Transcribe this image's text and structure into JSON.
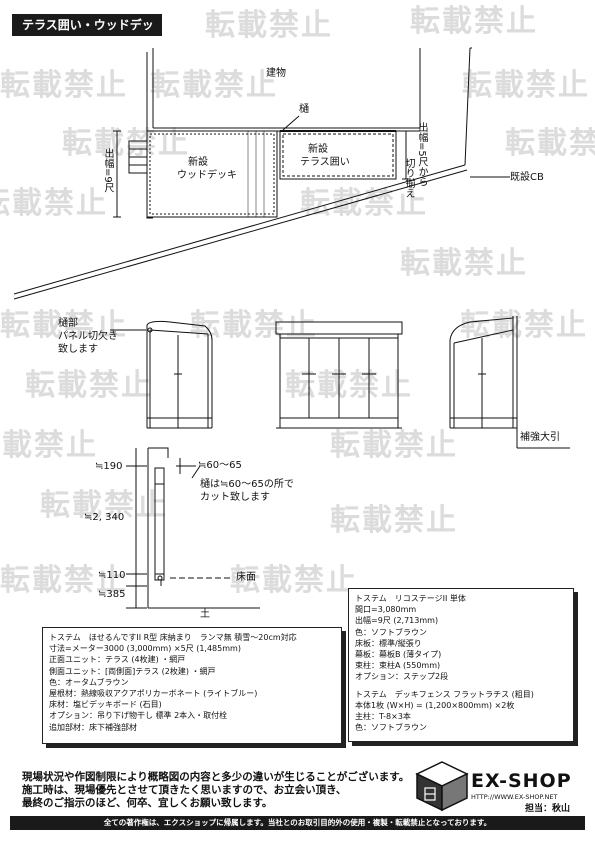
{
  "title": "テラス囲い・ウッドデッキ",
  "watermark": "転載禁止",
  "plan": {
    "building": "建物",
    "gutter": "樋",
    "new_deck_line1": "新設",
    "new_deck_line2": "ウッドデッキ",
    "new_terrace_line1": "新設",
    "new_terrace_line2": "テラス囲い",
    "depth_9": "出幅=9尺",
    "depth_5_line1": "出幅=5尺から",
    "depth_5_line2": "切り揃え",
    "existing_cb": "既設CB"
  },
  "elevation": {
    "note_line1": "樋部",
    "note_line2": "パネル切欠き",
    "note_line3": "致します",
    "reinforce": "補強大引"
  },
  "section": {
    "dim_190": "≒190",
    "dim_2340": "≒2, 340",
    "dim_110": "≒110",
    "dim_385": "≒385",
    "dim_60_65": "≒60～65",
    "note_line1": "樋は≒60～65の所で",
    "note_line2": "カット致します",
    "floor": "床面",
    "ground": "土"
  },
  "spec_left": [
    "トステム　ほせるんですII R型 床納まり　ランマ無 積雪～20cm対応",
    "寸法=メーター3000 (3,000mm) ×5尺 (1,485mm)",
    "正面ユニット：テラス (4枚建) ・網戸",
    "側面ユニット：[両側面]テラス (2枚建) ・網戸",
    "色：オータムブラウン",
    "屋根材：熱線吸収アクアポリカーボネート (ライトブルー)",
    "床材：塩ビデッキボード (石目)",
    "オプション：吊り下げ物干し 標準 2本入・取付栓",
    "追加部材：床下補強部材"
  ],
  "spec_right": [
    "トステム　リコステージII 単体",
    "間口=3,080mm",
    "出幅=9尺 (2,713mm)",
    "色：ソフトブラウン",
    "床板：標準/縦張り",
    "幕板：幕板B (薄タイプ)",
    "束柱：束柱A (550mm)",
    "オプション：ステップ2段",
    "",
    "トステム　デッキフェンス フラットラチス (粗目)",
    "本体1枚 (W×H) = (1,200×800mm) ×2枚",
    "主柱：T-8×3本",
    "色：ソフトブラウン"
  ],
  "notice": [
    "現場状況や作図制限により概略図の内容と多少の違いが生じることがございます。",
    "施工時は、現場優先とさせて頂きたく思いますので、お立会い頂き、",
    "最終のご指示のほど、何卒、宜しくお願い致します。"
  ],
  "logo": {
    "name": "EX-SHOP",
    "url": "HTTP://WWW.EX-SHOP.NET",
    "staff": "担当：秋山"
  },
  "footer": "全ての著作権は、エクスショップに帰属します。当社とのお取引目的外の使用・複製・転載禁止となっております。"
}
